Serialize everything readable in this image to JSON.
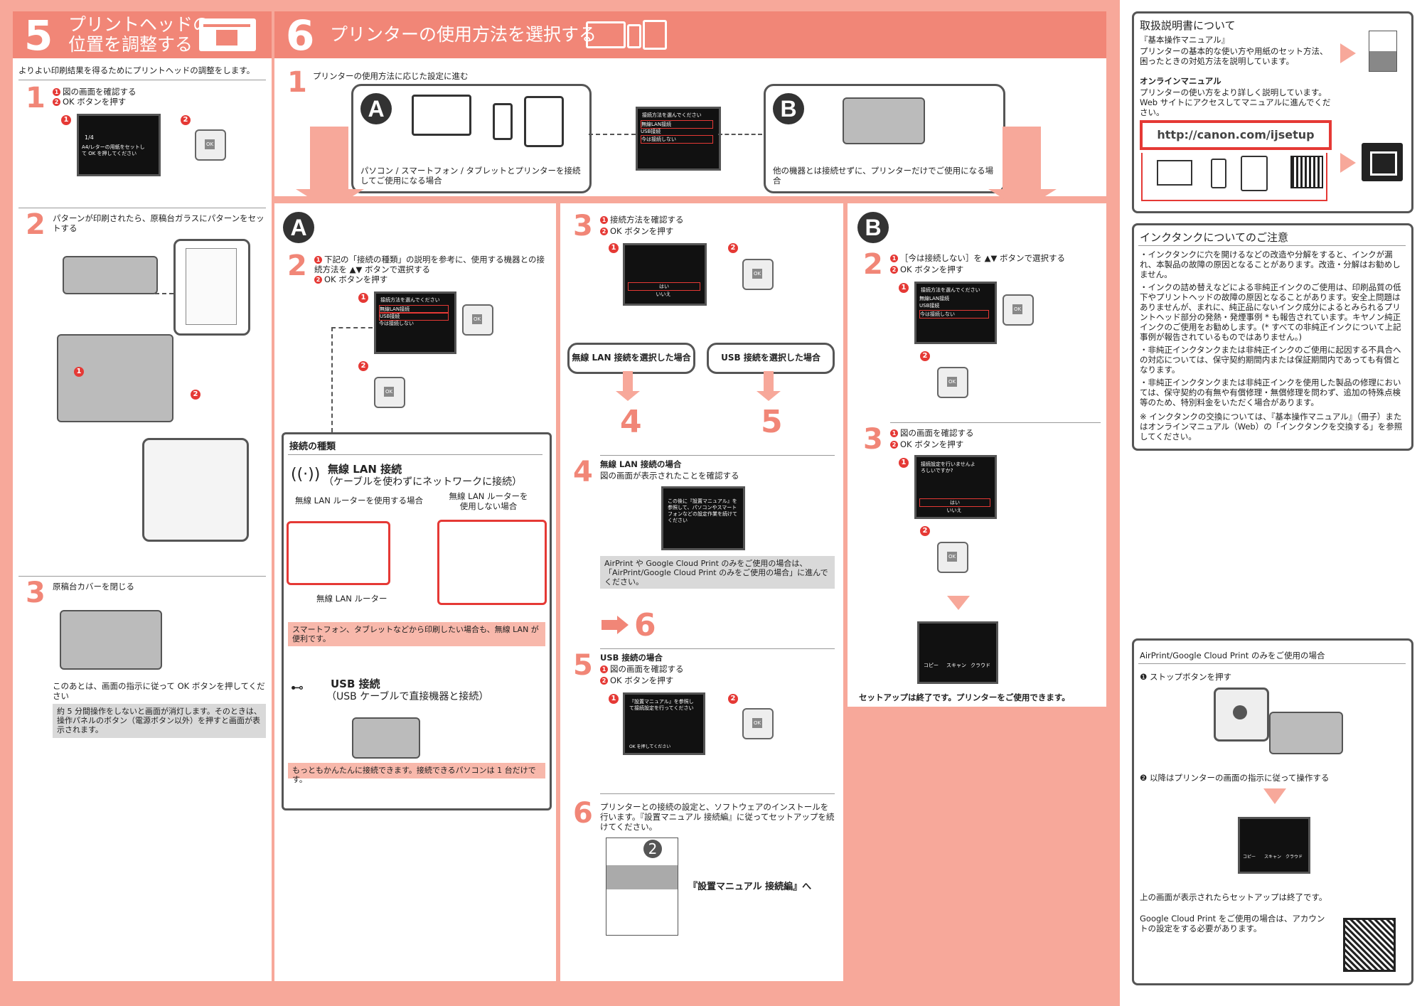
{
  "sec5": {
    "num": "5",
    "title1": "プリントヘッドの",
    "title2": "位置を調整する",
    "intro": "よりよい印刷結果を得るためにプリントヘッドの調整をします。",
    "s1_num": "1",
    "s1_a": "図の画面を確認する",
    "s1_b": "OK ボタンを押す",
    "s1_screen_page": "1/4",
    "s1_screen_text": "A4/レターの用紙をセットして OK を押してください",
    "s2_num": "2",
    "s2_text": "パターンが印刷されたら、原稿台ガラスにパターンをセットする",
    "s3_num": "3",
    "s3_text": "原稿台カバーを閉じる",
    "s3_after": "このあとは、画面の指示に従って OK ボタンを押してください",
    "s3_note": "約 5 分間操作をしないと画面が消灯します。そのときは、操作パネルのボタン（電源ボタン以外）を押すと画面が表示されます。"
  },
  "sec6": {
    "num": "6",
    "title": "プリンターの使用方法を選択する",
    "s1_num": "1",
    "s1_text": "プリンターの使用方法に応じた設定に進む",
    "optA_text": "パソコン / スマートフォン / タブレットとプリンターを接続してご使用になる場合",
    "optB_text": "他の機器とは接続せずに、プリンターだけでご使用になる場合",
    "menu_title": "接続方法を選んでください",
    "menu_items": [
      "無線LAN接続",
      "USB接続",
      "今は接続しない"
    ],
    "letterA": "A",
    "letterB": "B"
  },
  "colA": {
    "s2_num": "2",
    "s2_text": "下記の「接続の種類」の説明を参考に、使用する機器との接続方法を ▲▼ ボタンで選択する",
    "s2_b": "OK ボタンを押す",
    "conn_title": "接続の種類",
    "wlan_title": "無線 LAN 接続",
    "wlan_sub": "（ケーブルを使わずにネットワークに接続）",
    "router_use": "無線 LAN ルーターを使用する場合",
    "router_nouse": "無線 LAN ルーターを使用しない場合",
    "router_label": "無線 LAN ルーター",
    "wlan_note": "スマートフォン、タブレットなどから印刷したい場合も、無線 LAN が便利です。",
    "usb_title": "USB 接続",
    "usb_sub": "（USB ケーブルで直接機器と接続）",
    "usb_note": "もっともかんたんに接続できます。接続できるパソコンは 1 台だけです。"
  },
  "colMid": {
    "s3_num": "3",
    "s3_a": "接続方法を確認する",
    "s3_b": "OK ボタンを押す",
    "yes": "はい",
    "no": "いいえ",
    "wlan_pill": "無線 LAN 接続を選択した場合",
    "usb_pill": "USB 接続を選択した場合",
    "go4": "4",
    "go5": "5",
    "s4_num": "4",
    "s4_title": "無線 LAN 接続の場合",
    "s4_text": "図の画面が表示されたことを確認する",
    "s4_screen": "この後に『設置マニュアル』を参照して、パソコンやスマートフォンなどの設定作業を続けてください",
    "s4_note": "AirPrint や Google Cloud Print のみをご使用の場合は、「AirPrint/Google Cloud Print のみをご使用の場合」に進んでください。",
    "go6": "6",
    "s5_num": "5",
    "s5_title": "USB 接続の場合",
    "s5_a": "図の画面を確認する",
    "s5_b": "OK ボタンを押す",
    "s5_screen": "『設置マニュアル』を参照して接続設定を行ってください",
    "s5_screen_btn": "OK を押してください",
    "s6_num": "6",
    "s6_text": "プリンターとの接続の設定と、ソフトウェアのインストールを行います。『設置マニュアル 接続編』に従ってセットアップを続けてください。",
    "book_num": "2",
    "book_link": "『設置マニュアル 接続編』へ"
  },
  "colB": {
    "s2_num": "2",
    "s2_a": "［今は接続しない］を ▲▼ ボタンで選択する",
    "s2_b": "OK ボタンを押す",
    "s3_num": "3",
    "s3_a": "図の画面を確認する",
    "s3_b": "OK ボタンを押す",
    "s3_screen": "接続設定を行いませんよろしいですか?",
    "home_labels": [
      "コピー",
      "スキャン",
      "クラウド"
    ],
    "done": "セットアップは終了です。プリンターをご使用できます。"
  },
  "side": {
    "manual_title": "取扱説明書について",
    "basic_title": "『基本操作マニュアル』",
    "basic_text": "プリンターの基本的な使い方や用紙のセット方法、困ったときの対処方法を説明しています。",
    "online_title": "オンラインマニュアル",
    "online_text": "プリンターの使い方をより詳しく説明しています。Web サイトにアクセスしてマニュアルに進んでください。",
    "url_prefix": "http://",
    "url_host": "canon.com/ijsetup",
    "ink_title": "インクタンクについてのご注意",
    "ink_items": [
      "インクタンクに穴を開けるなどの改造や分解をすると、インクが漏れ、本製品の故障の原因となることがあります。改造・分解はお勧めしません。",
      "インクの詰め替えなどによる非純正インクのご使用は、印刷品質の低下やプリントヘッドの故障の原因となることがあります。安全上問題はありませんが、まれに、純正品にないインク成分によるとみられるプリントヘッド部分の発熱・発煙事例 * も報告されています。キヤノン純正インクのご使用をお勧めします。(* すべての非純正インクについて上記事例が報告されているものではありません。)",
      "非純正インクタンクまたは非純正インクのご使用に起因する不具合への対応については、保守契約期間内または保証期間内であっても有償となります。",
      "非純正インクタンクまたは非純正インクを使用した製品の修理においては、保守契約の有無や有償修理・無償修理を問わず、追加の特殊点検等のため、特別料金をいただく場合があります。"
    ],
    "ink_note": "※ インクタンクの交換については、『基本操作マニュアル』（冊子）またはオンラインマニュアル（Web）の「インクタンクを交換する」を参照してください。",
    "air_title": "AirPrint/Google Cloud Print のみをご使用の場合",
    "air_1": "❶ ストップボタンを押す",
    "air_2": "❷ 以降はプリンターの画面の指示に従って操作する",
    "air_done": "上の画面が表示されたらセットアップは終了です。",
    "air_gcp": "Google Cloud Print をご使用の場合は、アカウントの設定をする必要があります。"
  },
  "colors": {
    "accent": "#f18677",
    "pink_bg": "#f7a89a",
    "red": "#e53935"
  }
}
